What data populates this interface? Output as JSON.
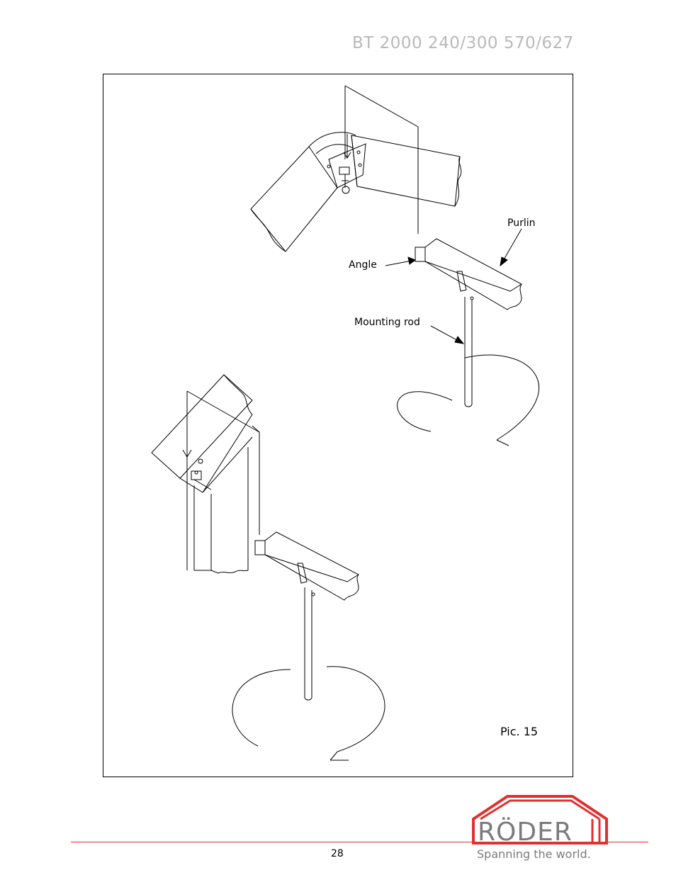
{
  "header": {
    "title": "BT 2000 240/300 570/627"
  },
  "figure": {
    "labels": {
      "purlin": "Purlin",
      "angle": "Angle",
      "mounting_rod": "Mounting rod"
    },
    "caption": "Pic. 15"
  },
  "footer": {
    "page_number": "28",
    "logo_text": "RÖDER",
    "tagline": "Spanning the world.",
    "accent_color": "#e03030"
  }
}
